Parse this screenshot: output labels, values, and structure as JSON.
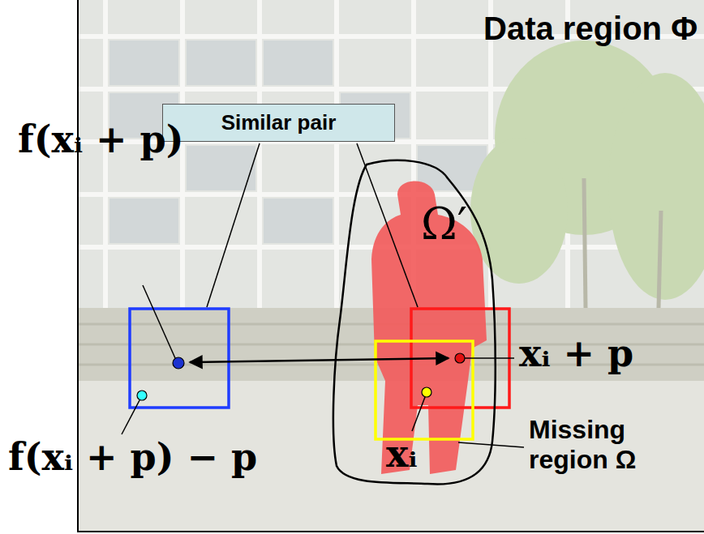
{
  "diagram": {
    "nodes": [
      {
        "text": [
          "Data region Φ"
        ]
      },
      {
        "text": [
          "Similar pair"
        ],
        "in": 0
      },
      {
        "text": [
          "Ω′"
        ],
        "in": 0
      }
    ],
    "labels": [
      "f(xᵢ + p)",
      "xᵢ + p",
      "f(xᵢ + p) − p",
      "xᵢ",
      "Missing region Ω"
    ]
  }
}
